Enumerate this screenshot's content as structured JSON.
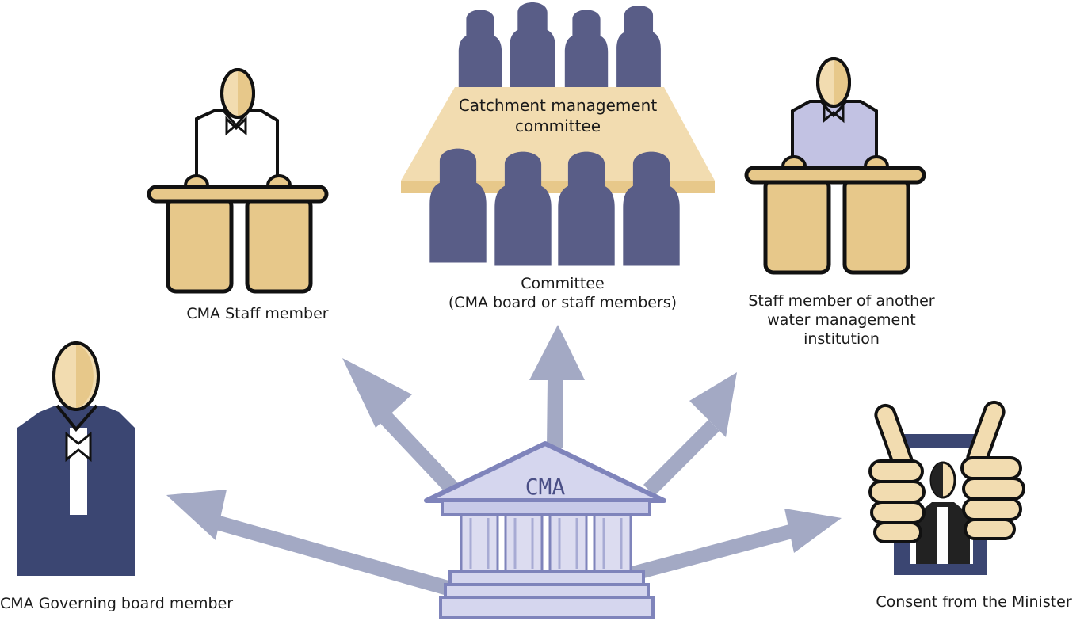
{
  "center": {
    "name": "CMA"
  },
  "nodes": {
    "governing_board": {
      "label": "CMA Governing board member"
    },
    "staff": {
      "label": "CMA Staff member"
    },
    "committee": {
      "table_label_1": "Catchment management",
      "table_label_2": "committee",
      "label_1": "Committee",
      "label_2": "(CMA board or staff members)"
    },
    "other_institution": {
      "label_1": "Staff member of another",
      "label_2": "water management",
      "label_3": "institution"
    },
    "minister": {
      "label": "Consent from the Minister"
    }
  },
  "colors": {
    "arrow": "#a3a9c4",
    "skin": "#f2dcb0",
    "desk": "#e7c88a",
    "people": "#595d87",
    "board_suit": "#3b4672",
    "other_shirt": "#c2c2e3",
    "building": "#d5d6ee",
    "building_stroke": "#7f84bb"
  }
}
